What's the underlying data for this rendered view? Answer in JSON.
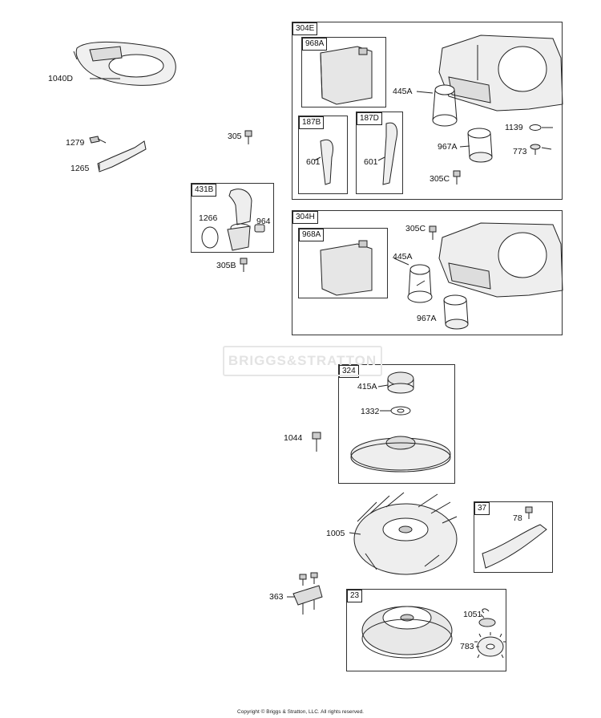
{
  "watermark": "BRIGGS&STRATTON",
  "copyright": "Copyright © Briggs & Stratton, LLC. All rights reserved.",
  "group_tags": {
    "g304E": "304E",
    "g968A_1": "968A",
    "g187B": "187B",
    "g187D": "187D",
    "g304H": "304H",
    "g968A_2": "968A",
    "g431B": "431B",
    "g324": "324",
    "g37": "37",
    "g23": "23"
  },
  "part_labels": {
    "p1040D": "1040D",
    "p1279": "1279",
    "p1265": "1265",
    "p305": "305",
    "p1266": "1266",
    "p964": "964",
    "p305B": "305B",
    "p445A_1": "445A",
    "p1139": "1139",
    "p967A_1": "967A",
    "p773": "773",
    "p601_1": "601",
    "p601_2": "601",
    "p305C_1": "305C",
    "p305C_2": "305C",
    "p445A_2": "445A",
    "p967A_2": "967A",
    "p415A": "415A",
    "p1332": "1332",
    "p1044": "1044",
    "p1005": "1005",
    "p78": "78",
    "p363": "363",
    "p1051": "1051",
    "p783": "783"
  }
}
